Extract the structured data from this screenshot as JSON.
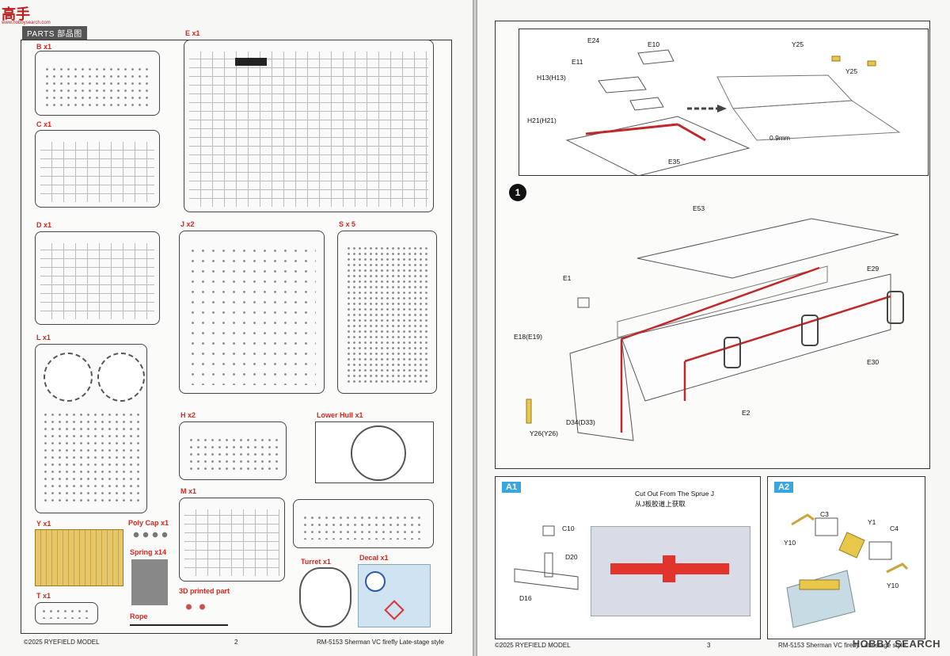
{
  "logo": {
    "text": "高手",
    "sub": "www.hobbysearch.com"
  },
  "parts_header": {
    "en": "PARTS",
    "zh": "部品图"
  },
  "sprues": {
    "B": "B x1",
    "C": "C x1",
    "D": "D x1",
    "L": "L x1",
    "Y": "Y x1",
    "T": "T x1",
    "E": "E x1",
    "J": "J x2",
    "S": "S x 5",
    "H": "H x2",
    "lower_hull": "Lower Hull x1",
    "M": "M x1",
    "poly_cap": "Poly Cap x1",
    "spring": "Spring x14",
    "printed": "3D printed part",
    "rope": "Rope",
    "turret": "Turret x1",
    "decal": "Decal x1"
  },
  "footer_left": {
    "copyright": "©2025 RYEFIELD MODEL",
    "page": "2",
    "title": "RM-5153 Sherman VC firefly Late-stage style"
  },
  "footer_right": {
    "copyright": "©2025 RYEFIELD MODEL",
    "page": "3",
    "title": "RM-5153 Sherman VC firefly Late-stage style"
  },
  "watermark": "HOBBY SEARCH",
  "substep_top": {
    "labels": [
      "E24",
      "E10",
      "E11",
      "H13(H13)",
      "H21(H21)",
      "E35",
      "Y25",
      "Y25",
      "0.9mm"
    ]
  },
  "step1": {
    "number": "1",
    "labels": [
      "E53",
      "E1",
      "E29",
      "E18(E19)",
      "E30",
      "E2",
      "D34(D33)",
      "Y26(Y26)"
    ]
  },
  "a1": {
    "tab": "A1",
    "labels": [
      "C10",
      "D20",
      "D16"
    ],
    "note_en": "Cut Out From The Sprue J",
    "note_zh": "从J板胶道上获取"
  },
  "a2": {
    "tab": "A2",
    "labels": [
      "C3",
      "Y1",
      "C4",
      "Y10",
      "Y10"
    ]
  },
  "colors": {
    "label_red": "#d7261e",
    "tab_blue": "#3aa6e0",
    "glue_red": "#c0282a"
  }
}
